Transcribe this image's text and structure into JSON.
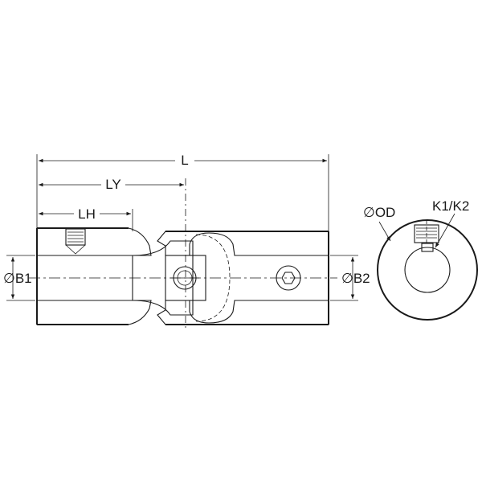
{
  "dimensions": {
    "overall_length": "L",
    "yoke_length": "LY",
    "hub_length": "LH",
    "bore_left": "B1",
    "bore_right": "B2",
    "outer_diameter": "OD",
    "keyway": "K1/K2"
  },
  "symbols": {
    "diameter": "∅"
  },
  "colors": {
    "line": "#1a1a1a",
    "background": "#ffffff"
  }
}
